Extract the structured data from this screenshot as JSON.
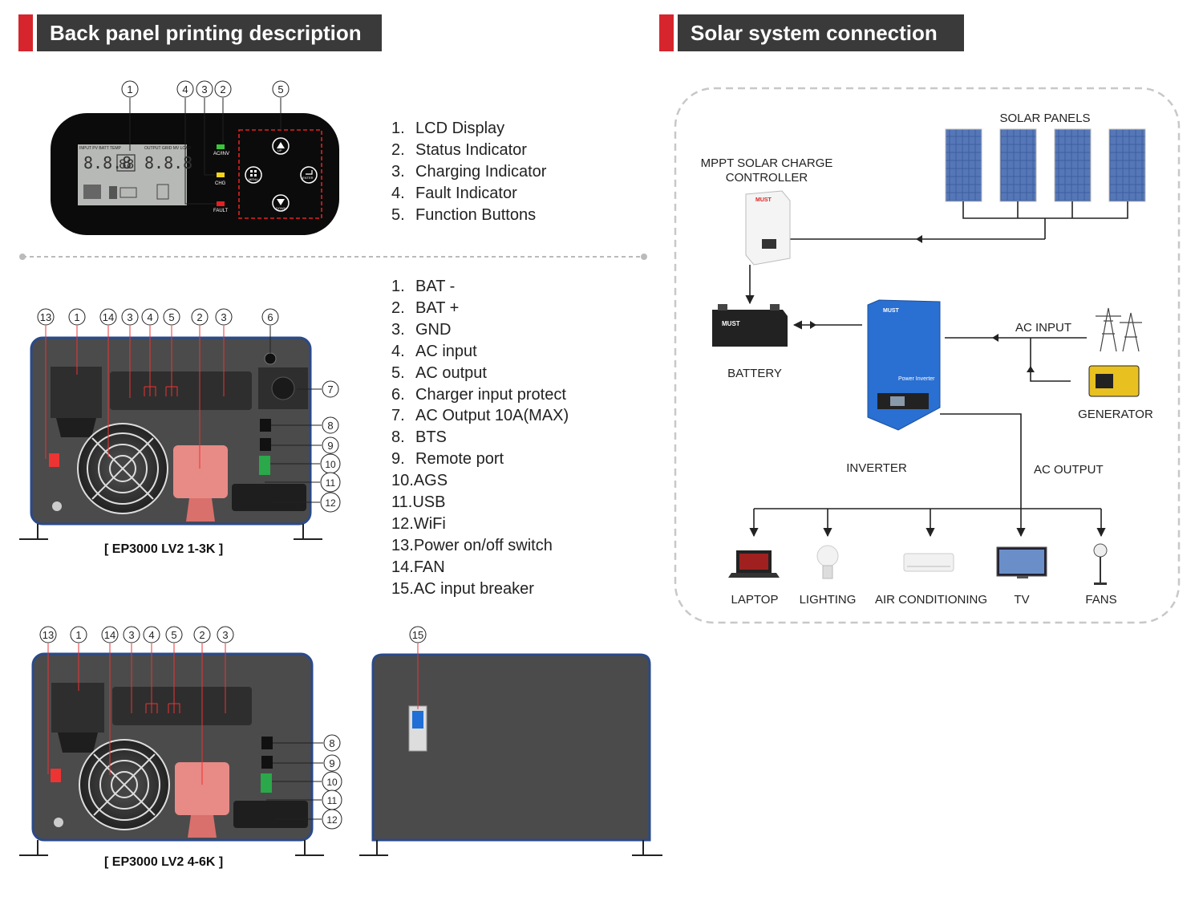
{
  "headers": {
    "back_panel": "Back panel printing description",
    "solar": "Solar system connection"
  },
  "front_panel_list": [
    {
      "num": "1.",
      "text": "LCD Display"
    },
    {
      "num": "2.",
      "text": "Status Indicator"
    },
    {
      "num": "3.",
      "text": "Charging Indicator"
    },
    {
      "num": "4.",
      "text": "Fault Indicator"
    },
    {
      "num": "5.",
      "text": "Function Buttons"
    }
  ],
  "back_panel_list": [
    {
      "num": "1.",
      "text": "BAT -"
    },
    {
      "num": "2.",
      "text": "BAT +"
    },
    {
      "num": "3.",
      "text": "GND"
    },
    {
      "num": "4.",
      "text": "AC input"
    },
    {
      "num": "5.",
      "text": "AC output"
    },
    {
      "num": "6.",
      "text": "Charger input protect"
    },
    {
      "num": "7.",
      "text": "AC Output 10A(MAX)"
    },
    {
      "num": "8.",
      "text": "BTS"
    },
    {
      "num": "9.",
      "text": "Remote port"
    },
    {
      "num": "10.",
      "text": "AGS"
    },
    {
      "num": "11.",
      "text": "USB"
    },
    {
      "num": "12.",
      "text": "WiFi"
    },
    {
      "num": "13.",
      "text": "Power on/off switch"
    },
    {
      "num": "14.",
      "text": "FAN"
    },
    {
      "num": "15.",
      "text": "AC input breaker"
    }
  ],
  "lcd": {
    "ac_inv": "AC/INV",
    "chg": "CHG",
    "fault": "FAULT",
    "btn_up": "UP",
    "btn_menu": "MENU",
    "btn_enter": "ENTER",
    "btn_down": "DOWN",
    "lcd_left": "INPUT  PV  BATT  TEMP",
    "lcd_right": "OUTPUT  GRID  MV LOAD"
  },
  "callouts_front": [
    "1",
    "4",
    "3",
    "2",
    "5"
  ],
  "callouts_model1": [
    "13",
    "1",
    "14",
    "3",
    "4",
    "5",
    "2",
    "3",
    "6",
    "7",
    "8",
    "9",
    "10",
    "11",
    "12"
  ],
  "callouts_model2": [
    "13",
    "1",
    "14",
    "3",
    "4",
    "5",
    "2",
    "3",
    "8",
    "9",
    "10",
    "11",
    "12",
    "15"
  ],
  "captions": {
    "model1": "[ EP3000 LV2 1-3K ]",
    "model2": "[ EP3000 LV2 4-6K ]"
  },
  "solar": {
    "solar_panels": "SOLAR PANELS",
    "mppt_line1": "MPPT SOLAR CHARGE",
    "mppt_line2": "CONTROLLER",
    "battery": "BATTERY",
    "inverter": "INVERTER",
    "ac_input": "AC INPUT",
    "generator": "GENERATOR",
    "ac_output": "AC OUTPUT",
    "loads": [
      "LAPTOP",
      "LIGHTING",
      "AIR CONDITIONING",
      "TV",
      "FANS"
    ],
    "brand": "MUST",
    "power_inverter": "Power Inverter"
  }
}
